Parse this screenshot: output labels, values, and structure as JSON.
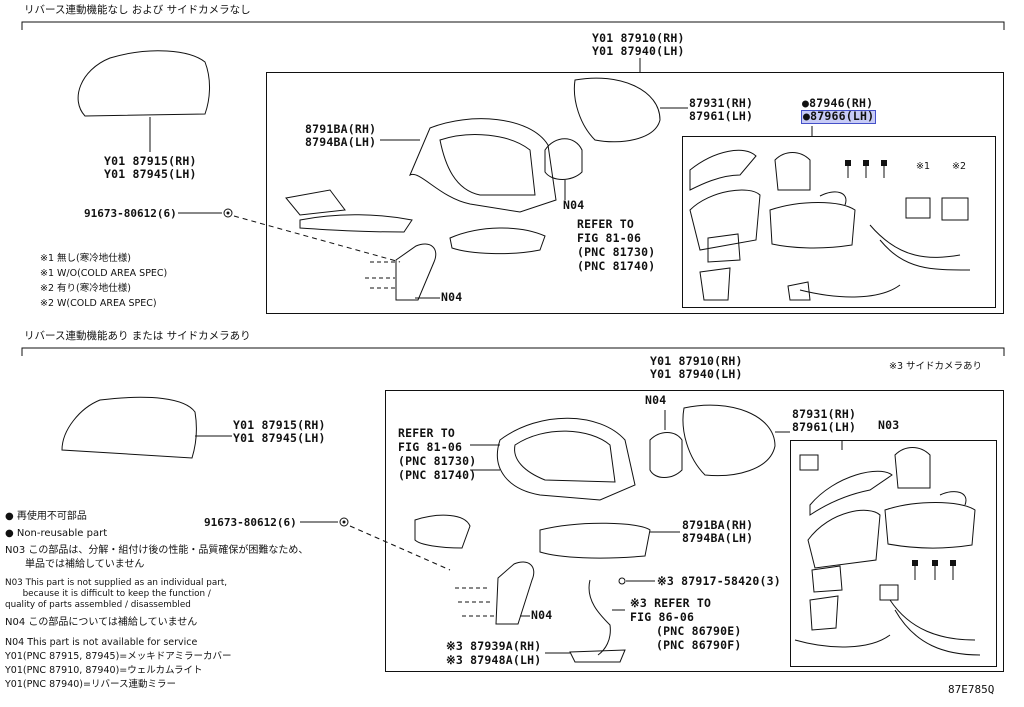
{
  "sections": {
    "top_title": "リバース連動機能なし および サイドカメラなし",
    "bottom_title": "リバース連動機能あり または サイドカメラあり"
  },
  "top": {
    "mirror_assy_rh": "Y01 87910(RH)",
    "mirror_assy_lh": "Y01 87940(LH)",
    "cover_rh": "Y01 87915(RH)",
    "cover_lh": "Y01 87945(LH)",
    "screw": "91673-80612(6)",
    "notes": [
      "※1 無し(寒冷地仕様)",
      "※1 W/O(COLD AREA SPEC)",
      "※2 有り(寒冷地仕様)",
      "※2 W(COLD AREA SPEC)"
    ],
    "housing_rh": "8791BA(RH)",
    "housing_lh": "8794BA(LH)",
    "mirror_rh": "87931(RH)",
    "mirror_lh": "87961(LH)",
    "motor_label": "N04",
    "cover_part_label": "N04",
    "refer": [
      "REFER TO",
      "FIG 81-06",
      "(PNC 81730)",
      "(PNC 81740)"
    ],
    "sub_rh": "●87946(RH)",
    "sub_lh": "●87966(LH)",
    "mark1": "※1",
    "mark2": "※2"
  },
  "bottom": {
    "mirror_assy_rh": "Y01 87910(RH)",
    "mirror_assy_lh": "Y01 87940(LH)",
    "camera_note": "※3 サイドカメラあり",
    "cover_rh": "Y01 87915(RH)",
    "cover_lh": "Y01 87945(LH)",
    "screw": "91673-80612(6)",
    "refer_left": [
      "REFER TO",
      "FIG 81-06",
      "(PNC 81730)",
      "(PNC 81740)"
    ],
    "motor_label": "N04",
    "mirror_rh": "87931(RH)",
    "mirror_lh": "87961(LH)",
    "n03": "N03",
    "housing_rh": "8791BA(RH)",
    "housing_lh": "8794BA(LH)",
    "cover_part_label": "N04",
    "camera_screw": "※3 87917-58420(3)",
    "refer_camera": [
      "※3 REFER TO",
      "FIG 86-06",
      "(PNC 86790E)",
      "(PNC 86790F)"
    ],
    "lamp_rh": "※3 87939A(RH)",
    "lamp_lh": "※3 87948A(LH)"
  },
  "legend": [
    "● 再使用不可部品",
    "● Non-reusable part",
    "N03 この部品は、分解・組付け後の性能・品質確保が困難なため、",
    "　　単品では補給していません",
    "N03 This part is not supplied as an individual part,",
    "　　because it is difficult to keep the function /",
    "quality of parts assembled / disassembled",
    "N04 この部品については補給していません",
    "N04 This part is not available for service",
    "Y01(PNC 87915, 87945)=メッキドアミラーカバー",
    "Y01(PNC 87910, 87940)=ウェルカムライト",
    "Y01(PNC 87940)=リバース連動ミラー"
  ],
  "figure_code": "87E785Q",
  "colors": {
    "highlight": "#c7cbf6",
    "line": "#111111"
  }
}
